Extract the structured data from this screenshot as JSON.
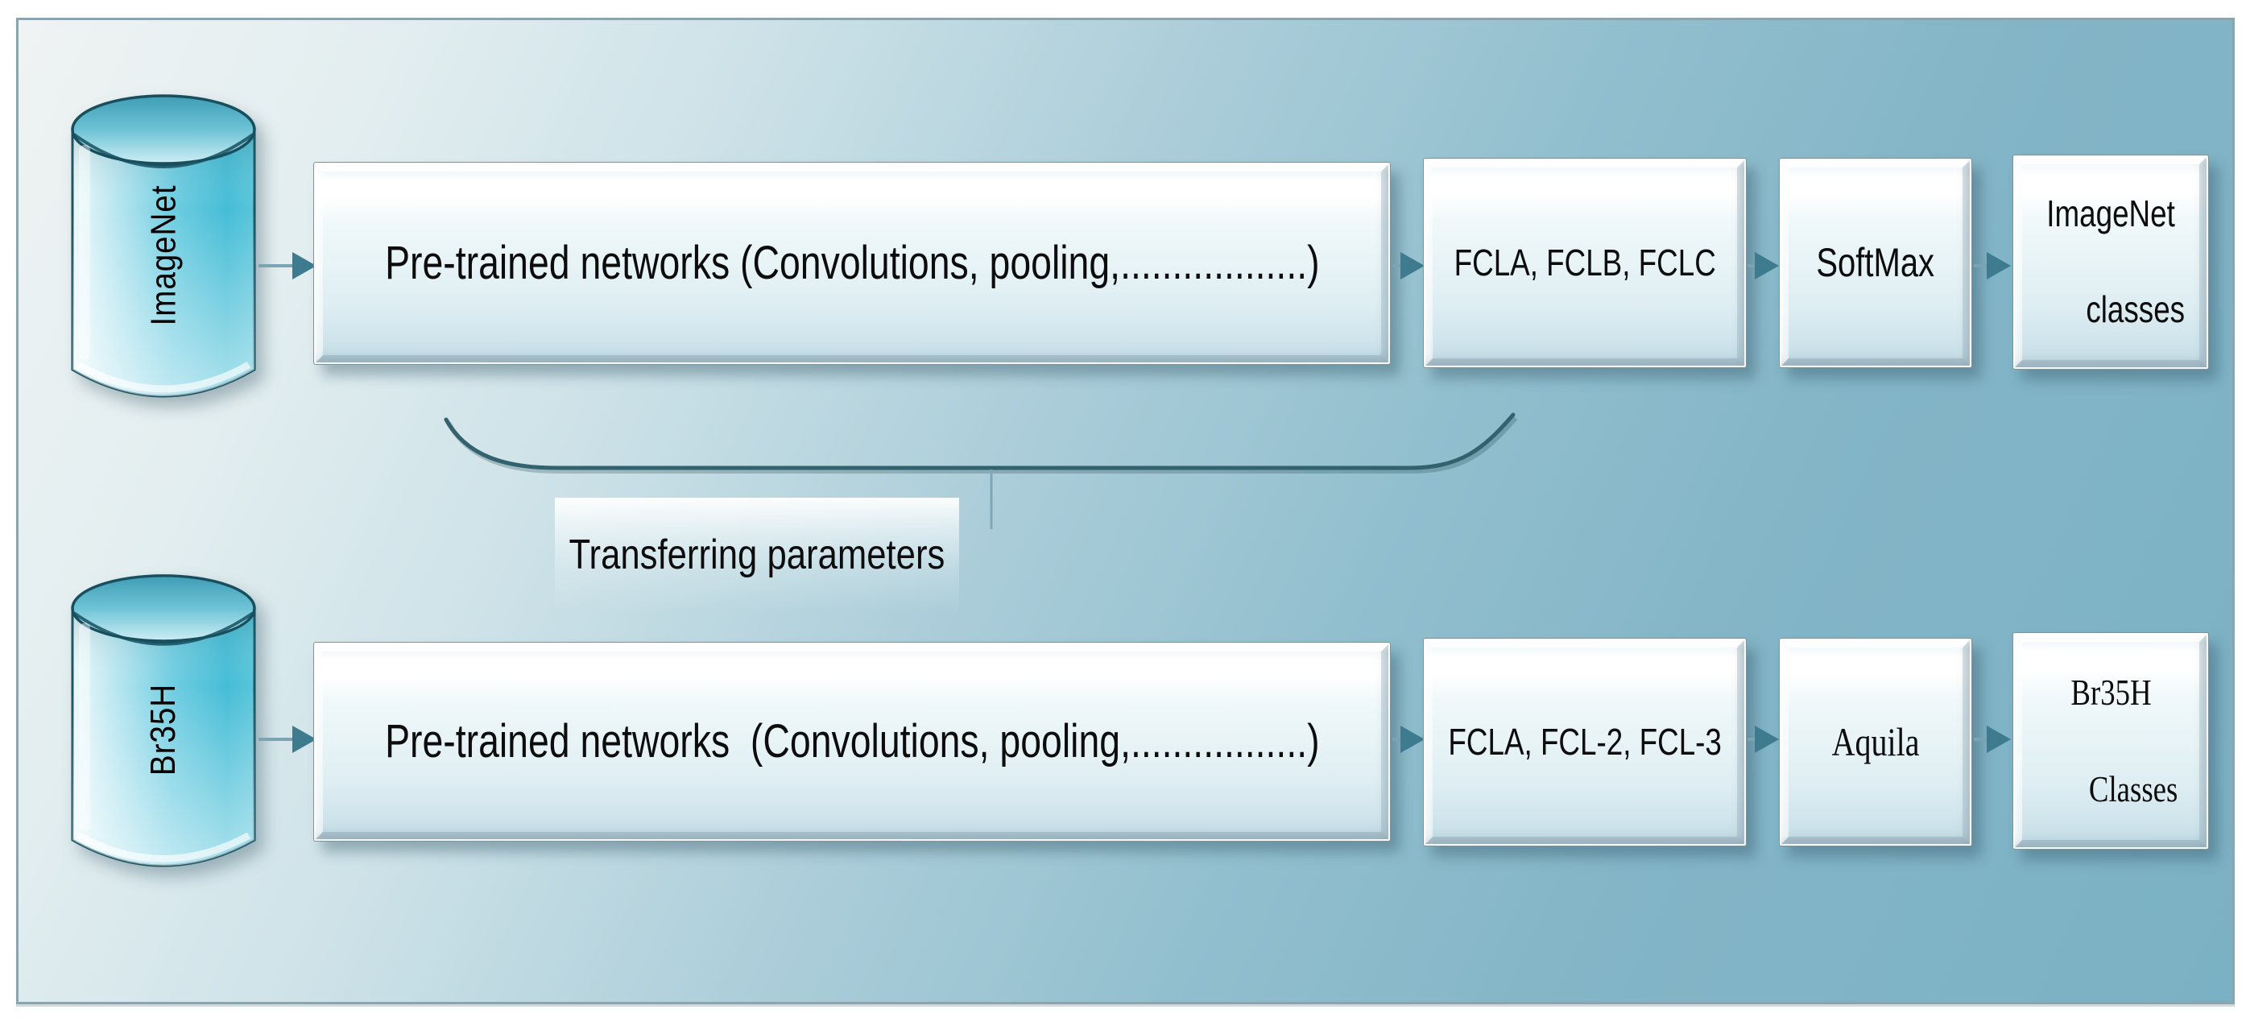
{
  "pipeline_rows": [
    {
      "source_db": "ImageNet",
      "backbone_box": "Pre-trained networks (Convolutions, pooling,..................)",
      "fcl_box": "FCLA, FCLB, FCLC",
      "activation_box": "SoftMax",
      "output_box_line1": "ImageNet",
      "output_box_line2": "classes"
    },
    {
      "source_db": "Br35H",
      "backbone_box": "Pre-trained networks  (Convolutions, pooling,.................)",
      "fcl_box": "FCLA, FCL-2, FCL-3",
      "activation_box": "Aquila",
      "output_box_line1": "Br35H",
      "output_box_line2": "Classes"
    }
  ],
  "annotations": {
    "transfer_label": "Transferring parameters"
  },
  "colors": {
    "background_top_left": "#eff3f3",
    "background_bottom_right": "#7bb1c4",
    "frame_border": "#8ba4ad",
    "box_fill_top": "#ffffff",
    "box_fill_bottom": "#c0d9e2",
    "arrow_line": "#7ba3b2",
    "arrow_head": "#3f7b8f",
    "brace": "#33626f",
    "cylinder_teal": "#4cc0d8",
    "text": "#0c0c0c"
  }
}
